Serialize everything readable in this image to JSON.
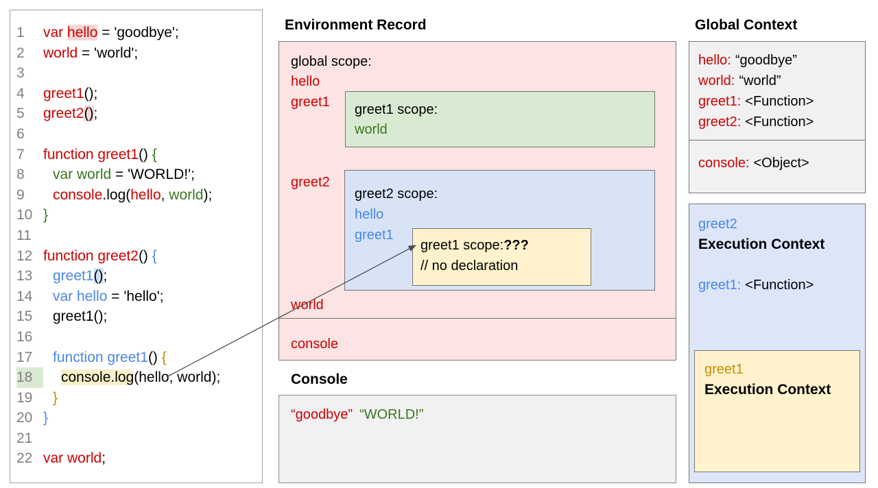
{
  "code_panel": {
    "lines": [
      {
        "n": "1",
        "ind": 0,
        "segs": [
          {
            "t": "var ",
            "c": "red"
          },
          {
            "t": "hello",
            "c": "red",
            "hl": "pink"
          },
          {
            "t": " = 'goodbye';",
            "c": "ink"
          }
        ]
      },
      {
        "n": "2",
        "ind": 0,
        "segs": [
          {
            "t": "world",
            "c": "red"
          },
          {
            "t": " = 'world';",
            "c": "ink"
          }
        ]
      },
      {
        "n": "3",
        "ind": 0,
        "segs": []
      },
      {
        "n": "4",
        "ind": 0,
        "segs": [
          {
            "t": "greet1",
            "c": "red"
          },
          {
            "t": "();",
            "c": "ink"
          }
        ]
      },
      {
        "n": "5",
        "ind": 0,
        "segs": [
          {
            "t": "greet2",
            "c": "red"
          },
          {
            "t": "()",
            "c": "ink",
            "hl": "pink"
          },
          {
            "t": ";",
            "c": "ink"
          }
        ]
      },
      {
        "n": "6",
        "ind": 0,
        "segs": []
      },
      {
        "n": "7",
        "ind": 0,
        "segs": [
          {
            "t": "function greet1",
            "c": "red"
          },
          {
            "t": "() ",
            "c": "ink"
          },
          {
            "t": "{",
            "c": "green"
          }
        ]
      },
      {
        "n": "8",
        "ind": 1,
        "segs": [
          {
            "t": "var world",
            "c": "green"
          },
          {
            "t": " = 'WORLD!';",
            "c": "ink"
          }
        ]
      },
      {
        "n": "9",
        "ind": 1,
        "segs": [
          {
            "t": "console",
            "c": "red"
          },
          {
            "t": ".log(",
            "c": "ink"
          },
          {
            "t": "hello",
            "c": "red"
          },
          {
            "t": ", ",
            "c": "ink"
          },
          {
            "t": "world",
            "c": "green"
          },
          {
            "t": ");",
            "c": "ink"
          }
        ]
      },
      {
        "n": "10",
        "ind": 0,
        "segs": [
          {
            "t": "}",
            "c": "green"
          }
        ]
      },
      {
        "n": "11",
        "ind": 0,
        "segs": []
      },
      {
        "n": "12",
        "ind": 0,
        "segs": [
          {
            "t": "function greet2",
            "c": "red"
          },
          {
            "t": "() ",
            "c": "ink"
          },
          {
            "t": "{",
            "c": "blue"
          }
        ]
      },
      {
        "n": "13",
        "ind": 1,
        "segs": [
          {
            "t": "greet1",
            "c": "blue"
          },
          {
            "t": "()",
            "c": "ink",
            "hl": "blue"
          },
          {
            "t": ";",
            "c": "ink"
          }
        ]
      },
      {
        "n": "14",
        "ind": 1,
        "segs": [
          {
            "t": "var hello",
            "c": "blue"
          },
          {
            "t": " = 'hello';",
            "c": "ink"
          }
        ]
      },
      {
        "n": "15",
        "ind": 1,
        "segs": [
          {
            "t": "greet1();",
            "c": "ink"
          }
        ]
      },
      {
        "n": "16",
        "ind": 0,
        "segs": []
      },
      {
        "n": "17",
        "ind": 1,
        "segs": [
          {
            "t": "function greet1",
            "c": "blue"
          },
          {
            "t": "() ",
            "c": "ink"
          },
          {
            "t": "{",
            "c": "gold"
          }
        ]
      },
      {
        "n": "18",
        "ind": 2,
        "num_hl": "green",
        "segs": [
          {
            "t": "console.",
            "c": "ink",
            "hl": "cream"
          },
          {
            "t": "log(hello, world);",
            "c": "ink"
          }
        ]
      },
      {
        "n": "19",
        "ind": 1,
        "segs": [
          {
            "t": "}",
            "c": "gold"
          }
        ]
      },
      {
        "n": "20",
        "ind": 0,
        "segs": [
          {
            "t": "}",
            "c": "blue"
          }
        ]
      },
      {
        "n": "21",
        "ind": 0,
        "segs": []
      },
      {
        "n": "22",
        "ind": 0,
        "segs": [
          {
            "t": "var world",
            "c": "red"
          },
          {
            "t": ";",
            "c": "ink"
          }
        ]
      }
    ]
  },
  "environment_record": {
    "title": "Environment Record",
    "global_scope_label": "global scope:",
    "var_hello": "hello",
    "var_greet1": "greet1",
    "var_greet2": "greet2",
    "var_world": "world",
    "var_console": "console",
    "greet1_scope": {
      "label": "greet1 scope:",
      "var_world": "world"
    },
    "greet2_scope": {
      "label": "greet2 scope:",
      "var_hello": "hello",
      "var_greet1": "greet1"
    },
    "greet1_inner_scope": {
      "label": "greet1 scope:",
      "unknown": "???",
      "comment": "// no declaration"
    }
  },
  "console_panel": {
    "title": "Console",
    "output": [
      {
        "t": "“goodbye”",
        "c": "red"
      },
      {
        "t": "“WORLD!”",
        "c": "green"
      }
    ]
  },
  "global_context": {
    "title": "Global Context",
    "entries": [
      {
        "k": "hello:",
        "v": "“goodbye”"
      },
      {
        "k": "world:",
        "v": "“world”"
      },
      {
        "k": "greet1:",
        "v": "<Function>"
      },
      {
        "k": "greet2:",
        "v": "<Function>"
      }
    ],
    "console_entry": {
      "k": "console:",
      "v": "<Object>"
    }
  },
  "execution_contexts": {
    "greet2": {
      "name": "greet2",
      "label": "Execution Context",
      "entry_key": "greet1:",
      "entry_value": "<Function>"
    },
    "greet1": {
      "name": "greet1",
      "label": "Execution Context"
    }
  },
  "colors": {
    "keyword_red": "#cc0000",
    "scope_green": "#38761d",
    "scope_blue": "#4a86e8",
    "scope_gold": "#bf9000",
    "global_scope_fill": "#fbe4e3",
    "greet1_scope_fill": "#d9ead3",
    "greet2_scope_fill": "#d8e4f6",
    "unknown_scope_fill": "#fff2cc",
    "console_fill": "#f1f1f2"
  }
}
